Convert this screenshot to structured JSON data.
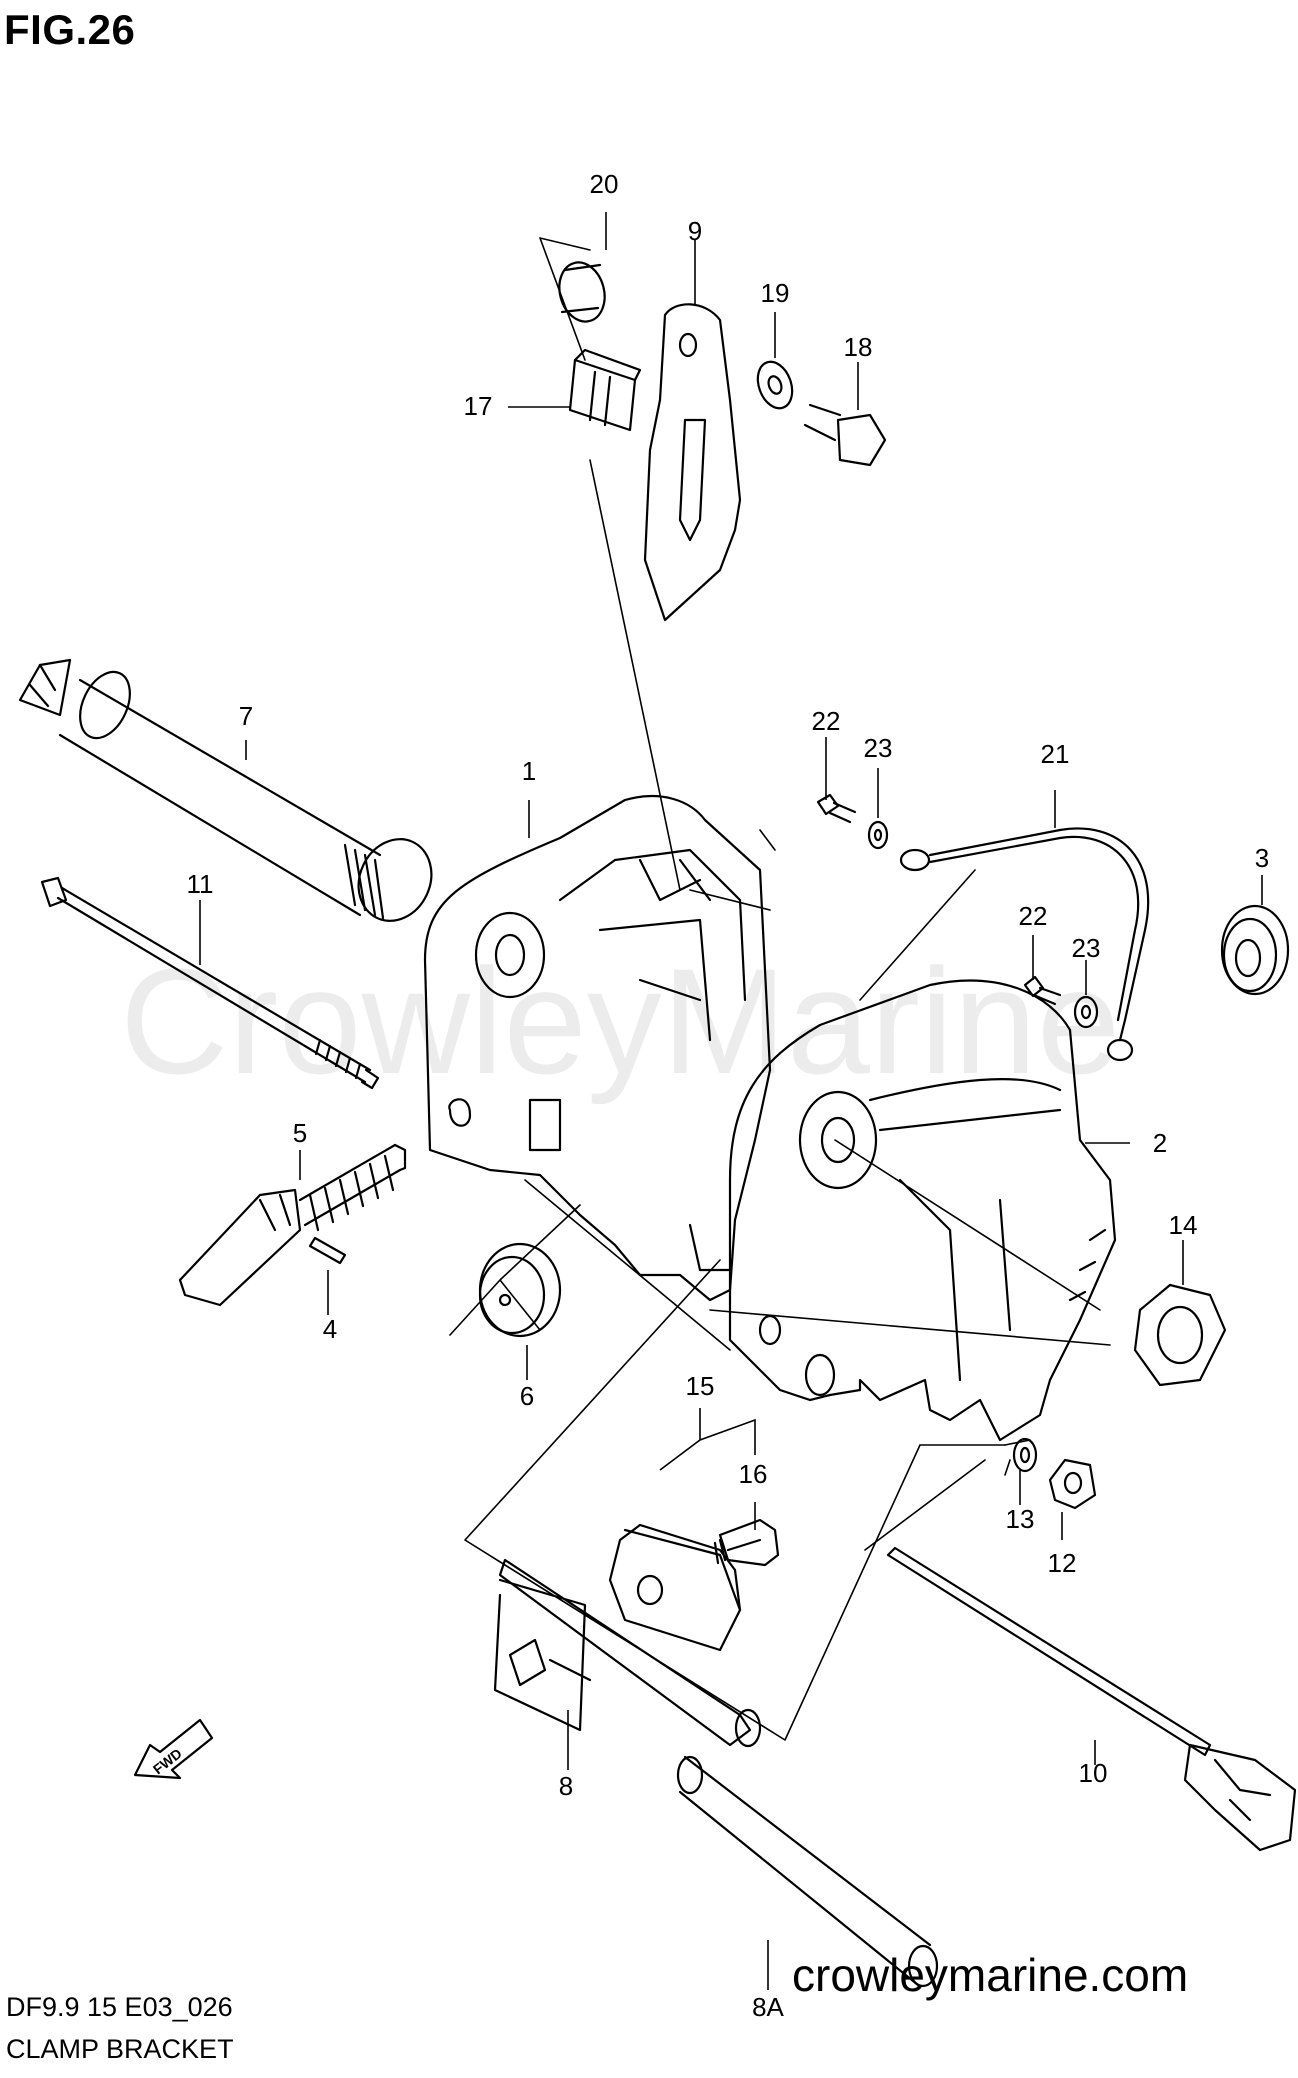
{
  "figure": {
    "title": "FIG.26",
    "model_code": "DF9.9 15 E03_026",
    "section_name": "CLAMP BRACKET",
    "website": "crowleymarine.com",
    "watermark": "CrowleyMarine",
    "direction_marker": "FWD"
  },
  "callouts": {
    "c1": "1",
    "c2": "2",
    "c3": "3",
    "c4": "4",
    "c5": "5",
    "c6": "6",
    "c7": "7",
    "c8": "8",
    "c8a": "8A",
    "c9": "9",
    "c10": "10",
    "c11": "11",
    "c12": "12",
    "c13": "13",
    "c14": "14",
    "c15": "15",
    "c16": "16",
    "c17": "17",
    "c18": "18",
    "c19": "19",
    "c20": "20",
    "c21": "21",
    "c22a": "22",
    "c22b": "22",
    "c23a": "23",
    "c23b": "23"
  },
  "colors": {
    "ink": "#000000",
    "watermark": "#ececec",
    "paper": "#ffffff"
  }
}
